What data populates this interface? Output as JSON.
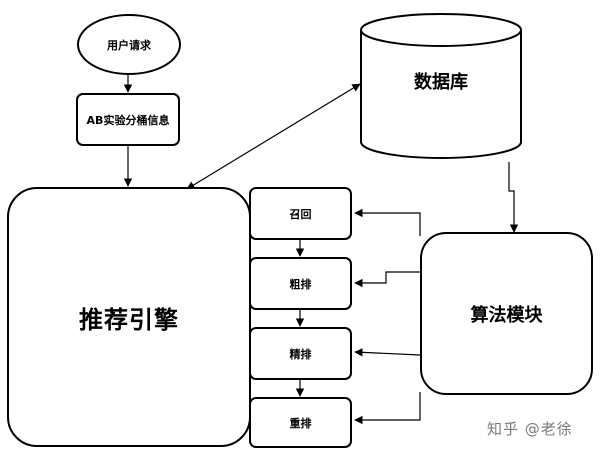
{
  "nodes": {
    "user_request": "用户请求",
    "ab_bucket": "AB实验分桶信息",
    "database": "数据库",
    "engine": "推荐引擎",
    "recall": "召回",
    "coarse_rank": "粗排",
    "fine_rank": "精排",
    "rerank": "重排",
    "algorithm": "算法模块"
  },
  "watermark": "知乎 @老徐"
}
